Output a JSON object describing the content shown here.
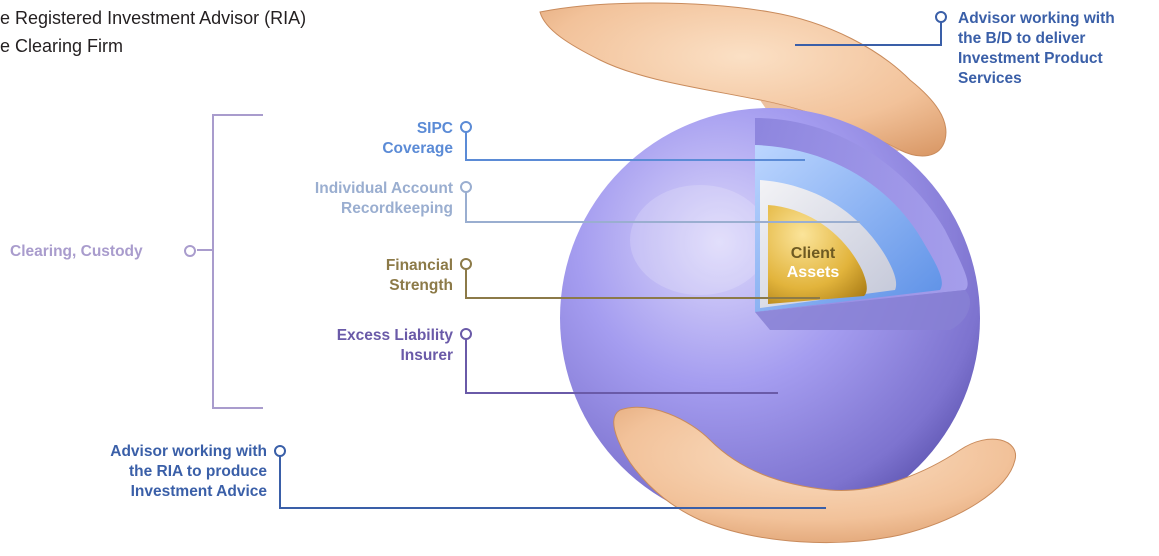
{
  "legend": {
    "line1": "he Registered Investment Advisor (RIA)",
    "line2": "he Clearing Firm"
  },
  "labels": {
    "top_advisor": [
      "Advisor working with",
      "the B/D to deliver",
      "Investment Product",
      "Services"
    ],
    "sipc": [
      "SIPC",
      "Coverage"
    ],
    "recordkeeping": [
      "Individual Account",
      "Recordkeeping"
    ],
    "clearing": "Clearing, Custody",
    "financial": [
      "Financial",
      "Strength"
    ],
    "excess": [
      "Excess Liability",
      "Insurer"
    ],
    "bottom_advisor": [
      "Advisor working with",
      "the RIA to produce",
      "Investment Advice"
    ],
    "core": [
      "Client",
      "Assets"
    ]
  },
  "colors": {
    "advisor_blue": "#3a5fa8",
    "sipc_blue": "#5b8bd6",
    "recordkeeping_gray": "#9aaed0",
    "clearing_lavender": "#a99ccd",
    "financial_gold": "#8c7a48",
    "excess_purple": "#6a5aa8",
    "core_gold": "#d4a52b",
    "sphere_purple": "#8f86d8"
  }
}
